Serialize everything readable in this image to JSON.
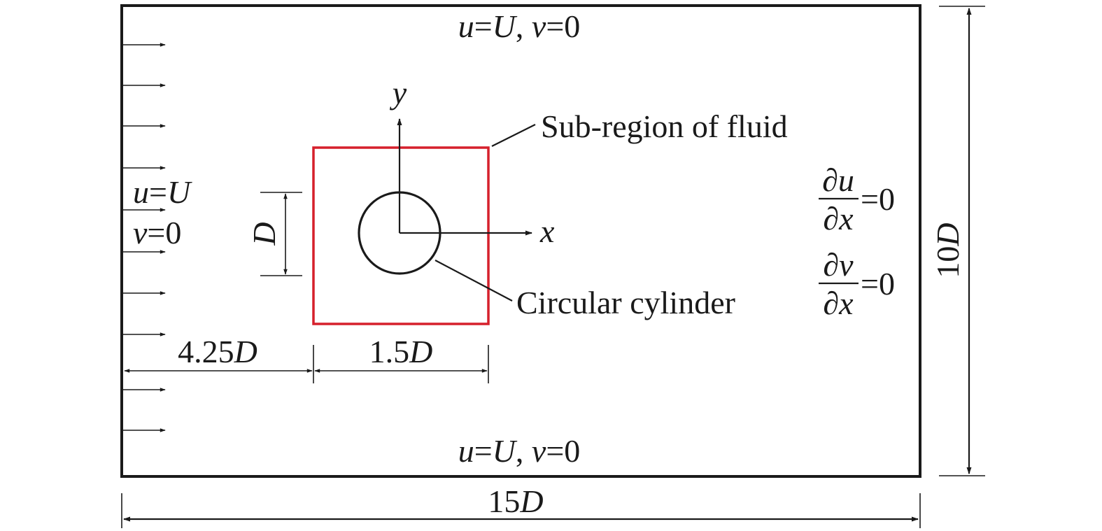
{
  "top_bc": {
    "u": "u",
    "eq1": "=",
    "U": "U",
    "sep": ", ",
    "v": "v",
    "eq2": "=0"
  },
  "bottom_bc": {
    "u": "u",
    "eq1": "=",
    "U": "U",
    "sep": ", ",
    "v": "v",
    "eq2": "=0"
  },
  "inlet_bc": {
    "u": "u",
    "u_eq": "=",
    "U": "U",
    "v": "v",
    "v_eq": "=0"
  },
  "axes": {
    "x": "x",
    "y": "y"
  },
  "labels": {
    "sub_region": "Sub-region of fluid",
    "cylinder": "Circular cylinder"
  },
  "dimensions": {
    "diameter": {
      "value": "",
      "symbol": "D"
    },
    "upstream": {
      "value": "4.25",
      "symbol": "D"
    },
    "subregion_width": {
      "value": "1.5",
      "symbol": "D"
    },
    "domain_height": {
      "value": "10",
      "symbol": "D"
    },
    "domain_length": {
      "value": "15",
      "symbol": "D"
    }
  },
  "outlet_bc": {
    "du": {
      "partial": "∂",
      "var": "u"
    },
    "dv": {
      "partial": "∂",
      "var": "v"
    },
    "dx": {
      "partial": "∂",
      "var": "x"
    },
    "eq": "=0"
  },
  "colors": {
    "line": "#1a1a1a",
    "sub_region": "#d6202c"
  }
}
